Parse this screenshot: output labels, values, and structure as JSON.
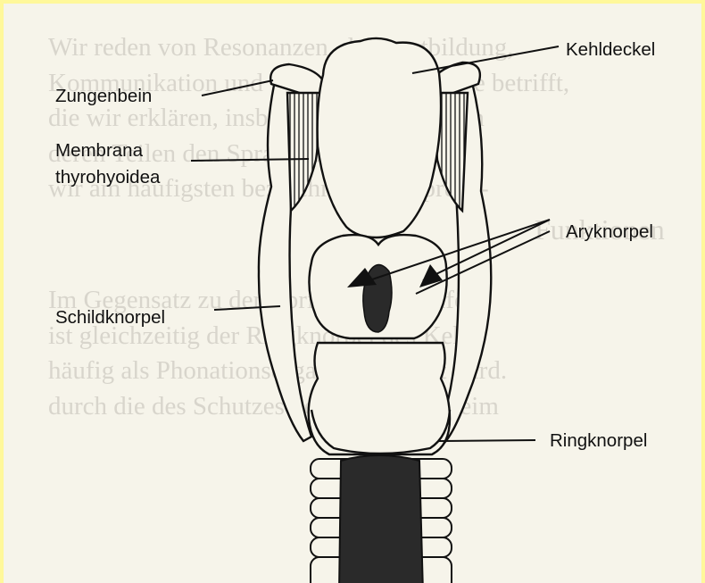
{
  "labels": {
    "kehldeckel": "Kehldeckel",
    "zungenbein": "Zungenbein",
    "membrana_line1": "Membrana",
    "membrana_line2": "thyrohyoidea",
    "aryknorpel": "Aryknorpel",
    "schildknorpel": "Schildknorpel",
    "ringknorpel": "Ringknorpel"
  },
  "background_text": {
    "line1": "Wir reden von Resonanzen, der Lautbildung,",
    "line2": "Kommunikation und was die Sprechweise betrifft,",
    "line3": "die wir erklären, insbesondere Funktionen",
    "line4": "deren Teilen den Sprachapparat, die wir",
    "line5": "wir am häufigsten bezeichnen den Sprech-",
    "heading": "Funktionen",
    "line6": "Im Gegensatz zu den übrigen hufeisenför-",
    "line7": "ist gleichzeitig der Ringknorpel des Kehl-",
    "line8": "häufig als Phonationsorgan bezeichnet wird.",
    "line9": "durch die des Schutzes der Luftwege. Beim"
  },
  "colors": {
    "ink": "#111111",
    "dark_fill": "#2a2a2a",
    "paper": "#f6f4ea",
    "border": "#fff89a"
  }
}
